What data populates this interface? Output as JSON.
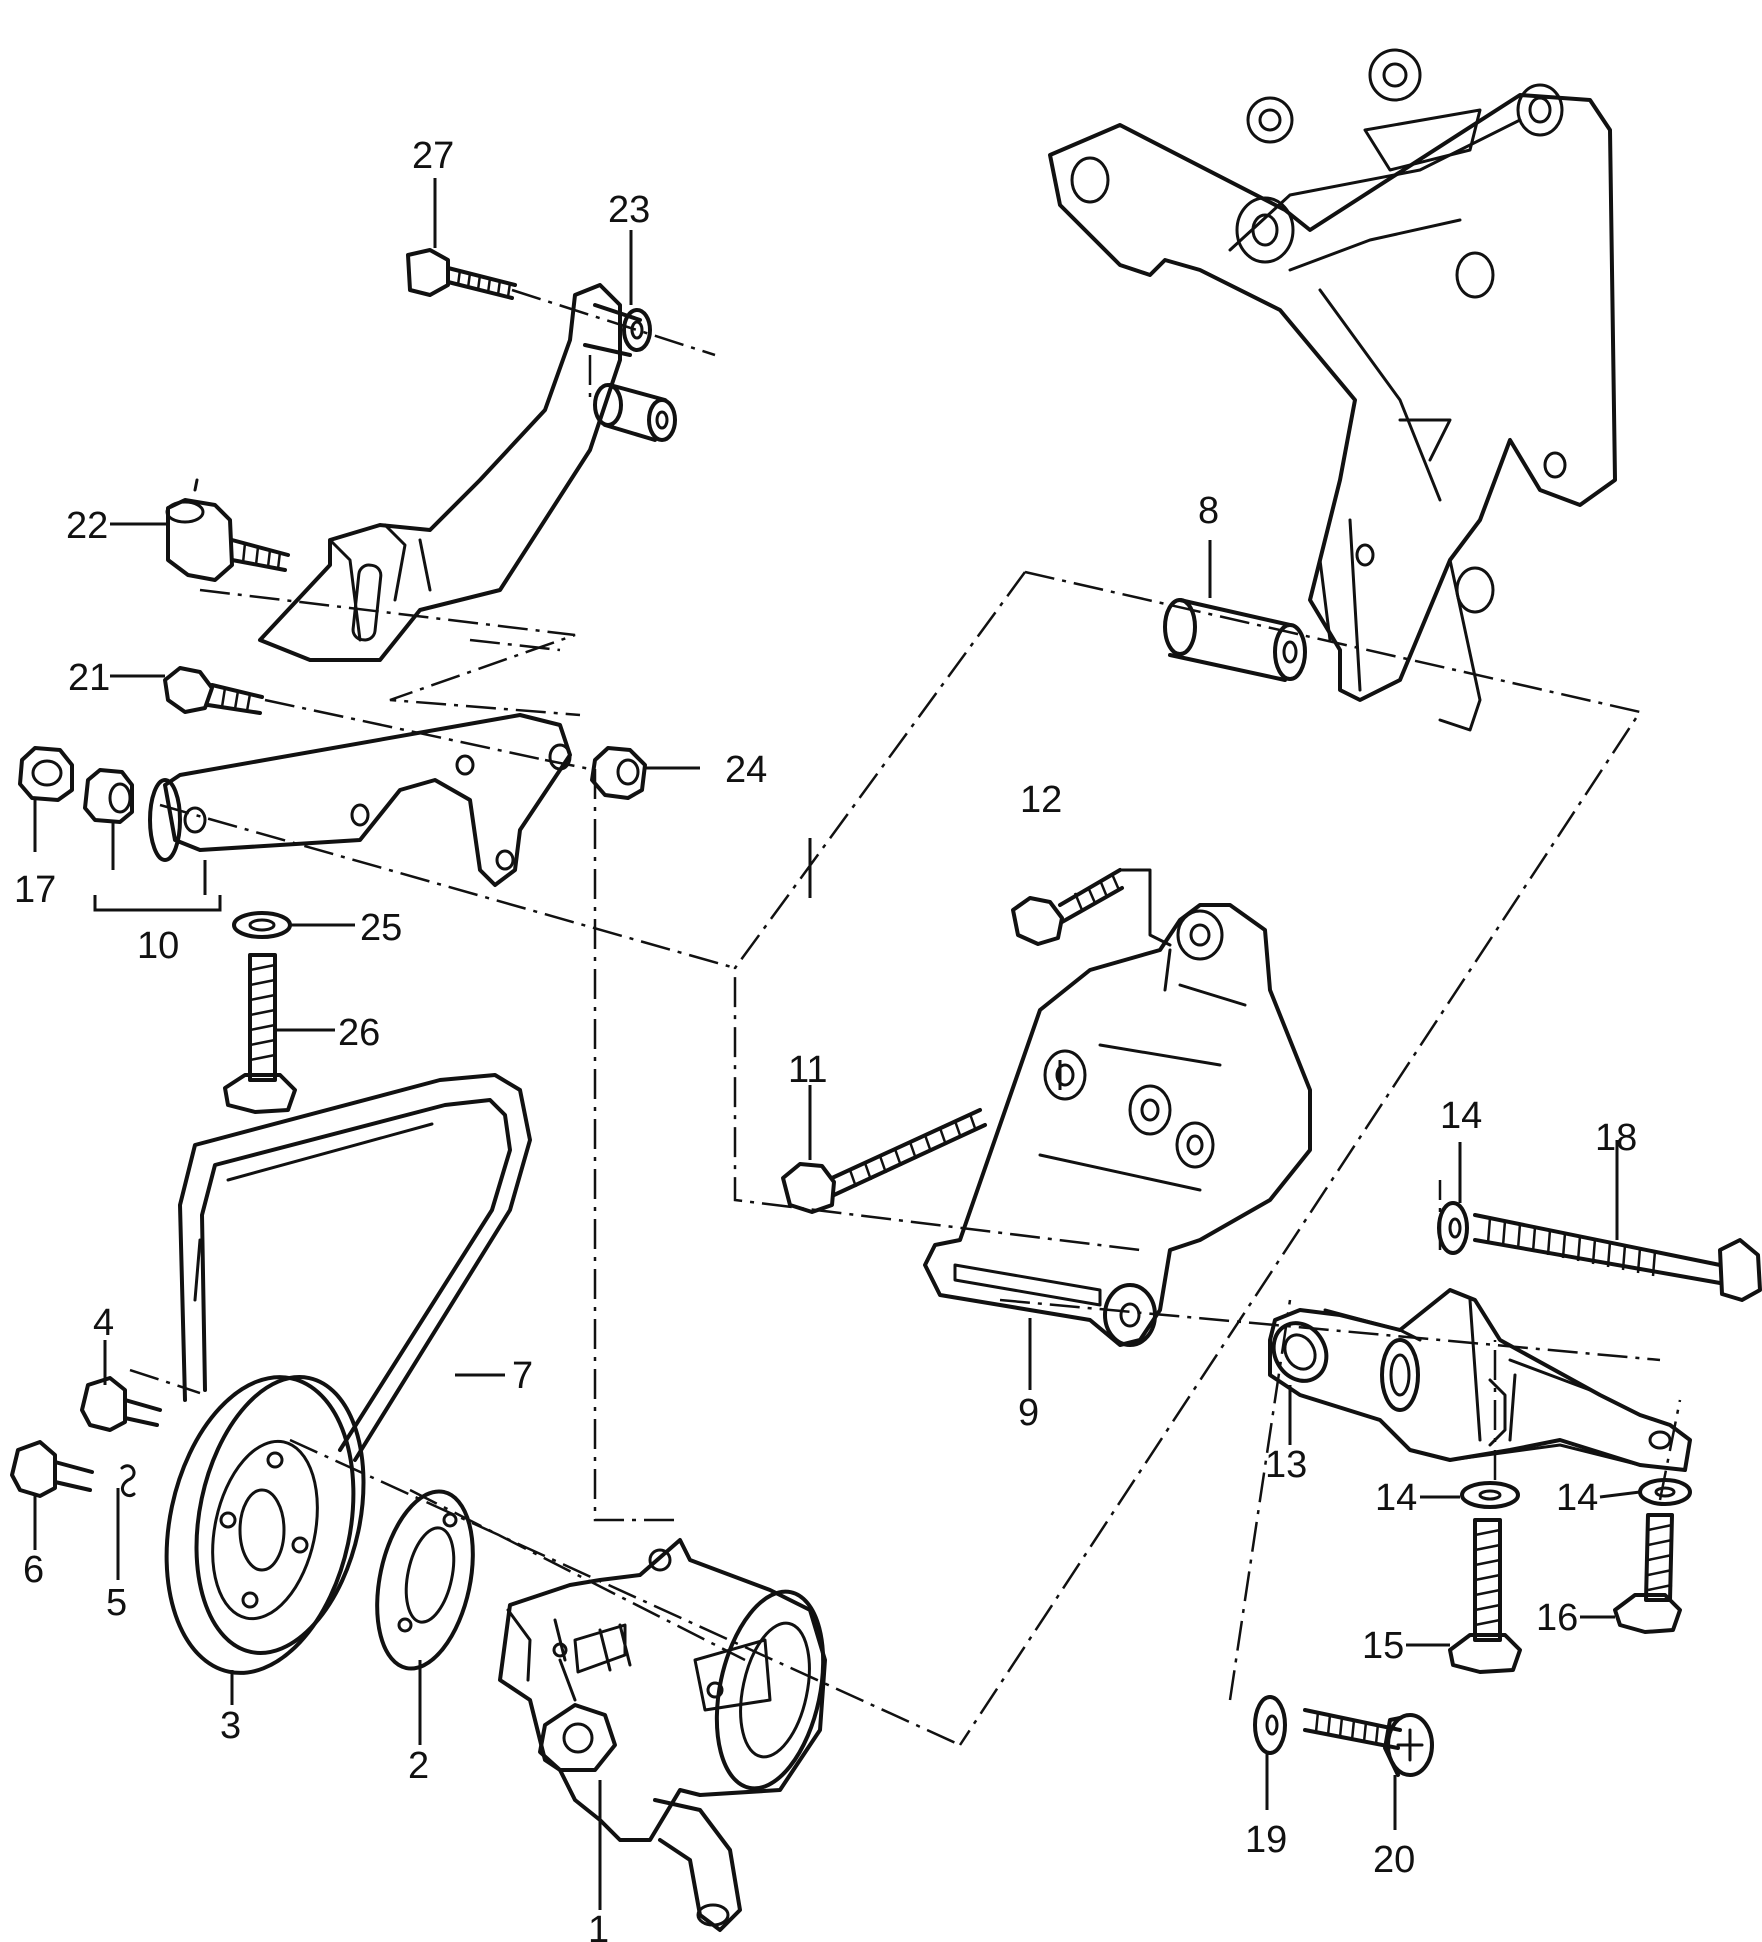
{
  "labels": {
    "p1": "1",
    "p2": "2",
    "p3": "3",
    "p4": "4",
    "p5": "5",
    "p6": "6",
    "p7": "7",
    "p8": "8",
    "p9": "9",
    "p10": "10",
    "p11": "11",
    "p12": "12",
    "p13": "13",
    "p14a": "14",
    "p14b": "14",
    "p14c": "14",
    "p15": "15",
    "p16": "16",
    "p17": "17",
    "p18": "18",
    "p19": "19",
    "p20": "20",
    "p21": "21",
    "p22": "22",
    "p23": "23",
    "p24": "24",
    "p25": "25",
    "p26": "26",
    "p27": "27"
  }
}
